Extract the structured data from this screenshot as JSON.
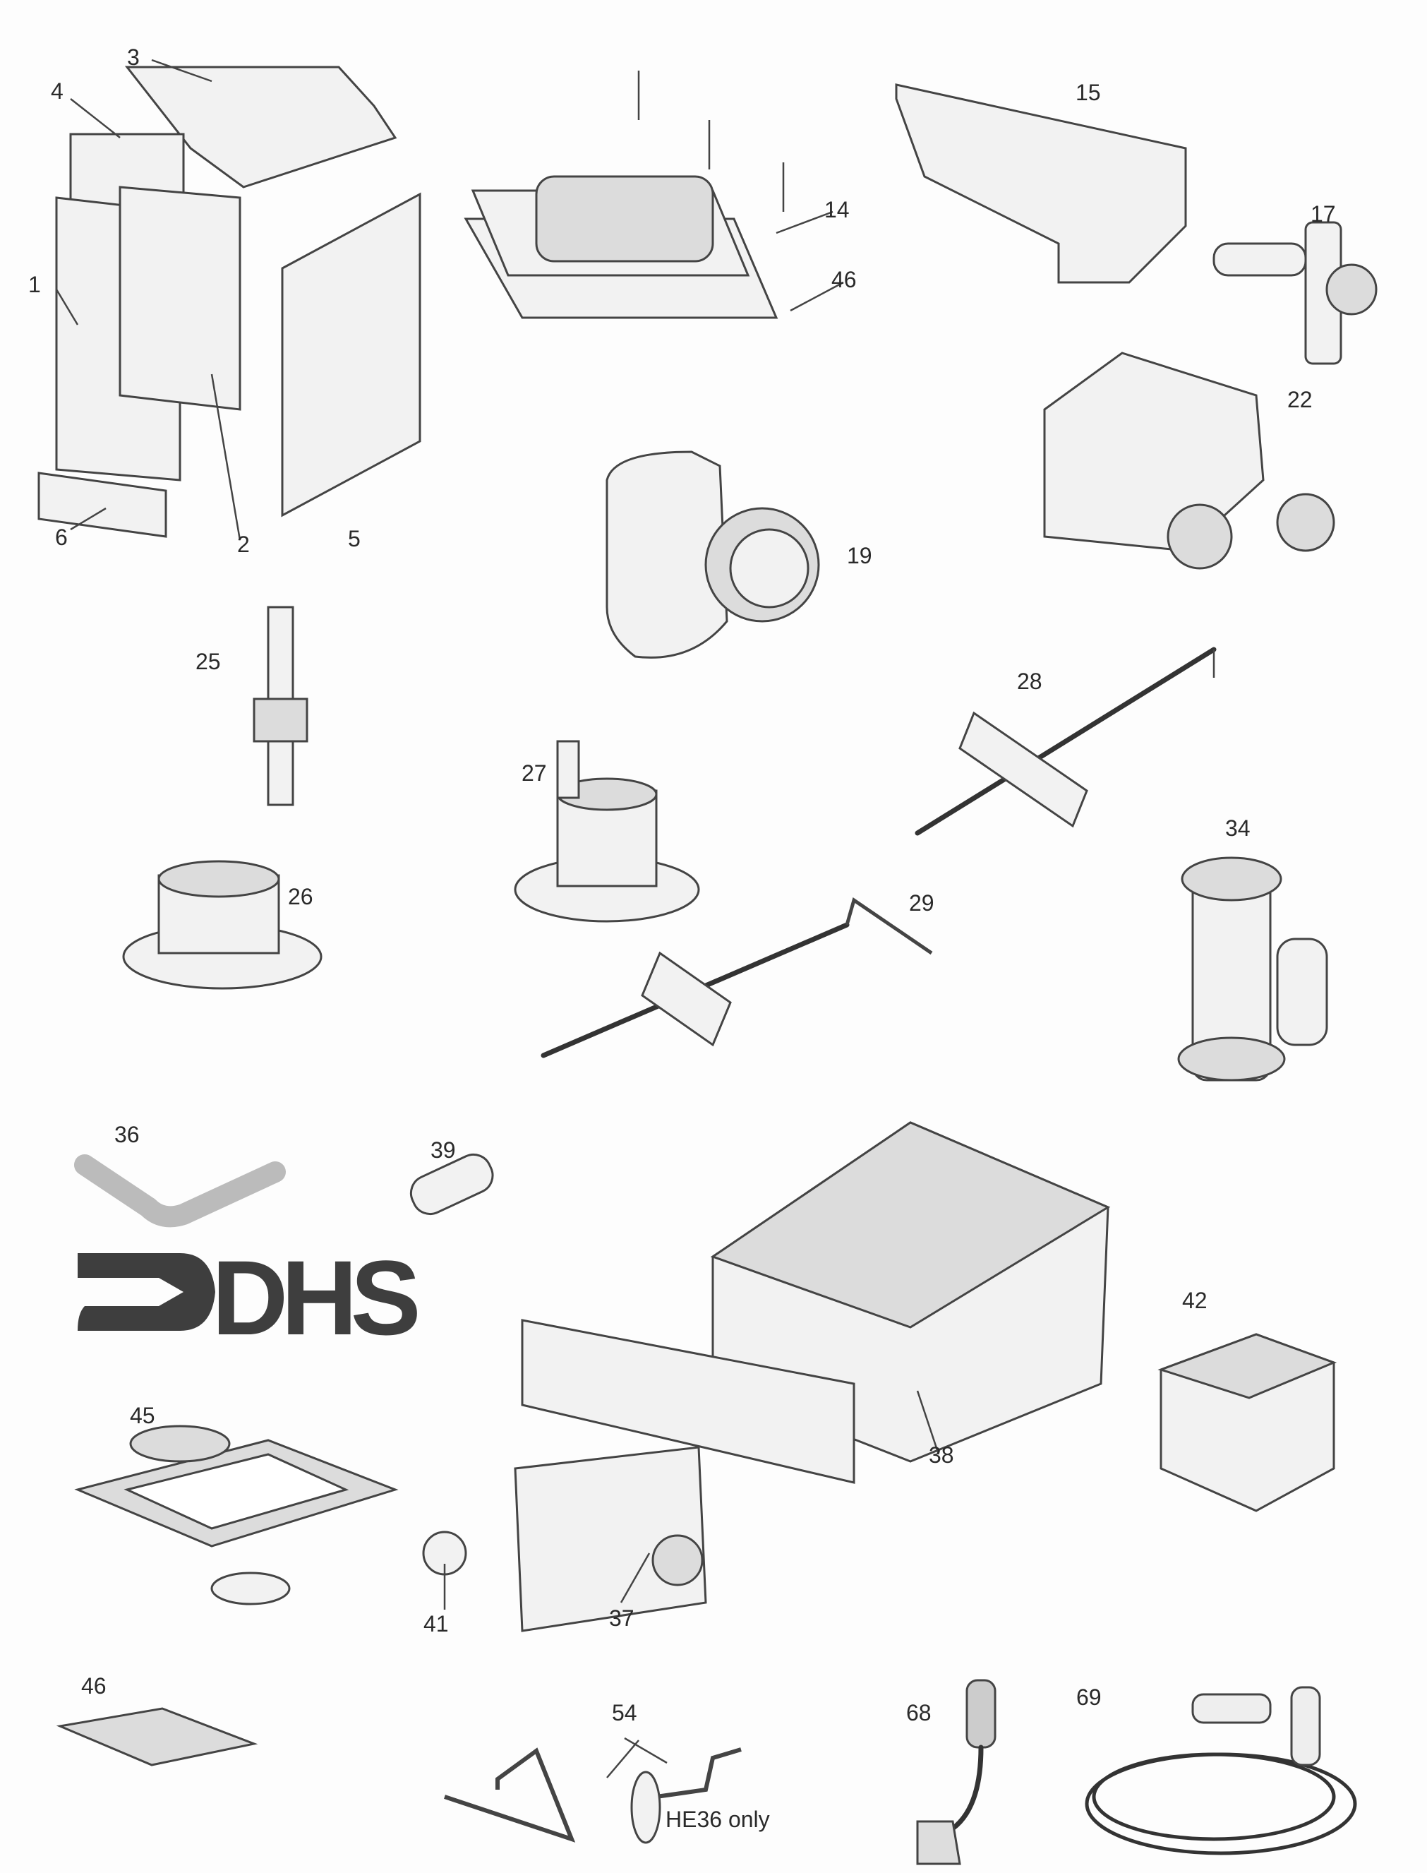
{
  "diagram": {
    "labels": {
      "p1": "1",
      "p2": "2",
      "p3": "3",
      "p4": "4",
      "p5": "5",
      "p6": "6",
      "p14": "14",
      "p15": "15",
      "p17": "17",
      "p19": "19",
      "p22": "22",
      "p25": "25",
      "p26": "26",
      "p27": "27",
      "p28": "28",
      "p29": "29",
      "p34": "34",
      "p36": "36",
      "p37": "37",
      "p38": "38",
      "p39": "39",
      "p41": "41",
      "p42": "42",
      "p45": "45",
      "p46_top": "46",
      "p46_bottom": "46",
      "p54": "54",
      "p68": "68",
      "p69": "69"
    },
    "note_he36": "HE36 only",
    "logo_text": "DHS"
  }
}
